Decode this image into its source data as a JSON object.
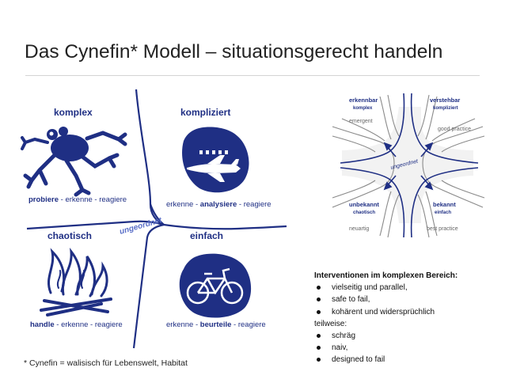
{
  "slide": {
    "title": "Das Cynefin* Modell – situationsgerecht handeln",
    "footnote": "* Cynefin = walisisch für Lebenswelt, Habitat"
  },
  "main_model": {
    "center_label": "ungeordnet",
    "quadrants": {
      "complex": {
        "title": "komplex",
        "action_1": "probiere",
        "action_2": " - erkenne - reagiere",
        "icon": "frog-icon"
      },
      "complicated": {
        "title": "kompliziert",
        "action_1": "erkenne - ",
        "action_2": "analysiere",
        "action_3": " - reagiere",
        "icon": "airplane-icon"
      },
      "chaotic": {
        "title": "chaotisch",
        "action_1": "handle",
        "action_2": " - erkenne - reagiere",
        "icon": "fire-icon"
      },
      "simple": {
        "title": "einfach",
        "action_1": "erkenne - ",
        "action_2": "beurteile",
        "action_3": " - reagiere",
        "icon": "bicycle-icon"
      }
    },
    "colors": {
      "navy": "#1f2f84",
      "accent": "#3a54b8",
      "center": "#5a6fc8"
    }
  },
  "small_model": {
    "center_label": "ungeordnet",
    "top_left": {
      "title": "erkennbar",
      "subtitle": "komplex",
      "practice": "emergent"
    },
    "top_right": {
      "title": "verstehbar",
      "subtitle": "kompliziert",
      "practice": "good practice"
    },
    "bottom_left": {
      "title": "unbekannt",
      "subtitle": "chaotisch",
      "practice": "neuartig"
    },
    "bottom_right": {
      "title": "bekannt",
      "subtitle": "einfach",
      "practice": "best practice"
    }
  },
  "interventions": {
    "heading": "Interventionen im komplexen Bereich:",
    "items_a": [
      "vielseitig und parallel,",
      "safe to fail,",
      "kohärent und widersprüchlich"
    ],
    "subheading": "teilweise:",
    "items_b": [
      "schräg",
      "naiv,",
      "designed to fail"
    ]
  }
}
